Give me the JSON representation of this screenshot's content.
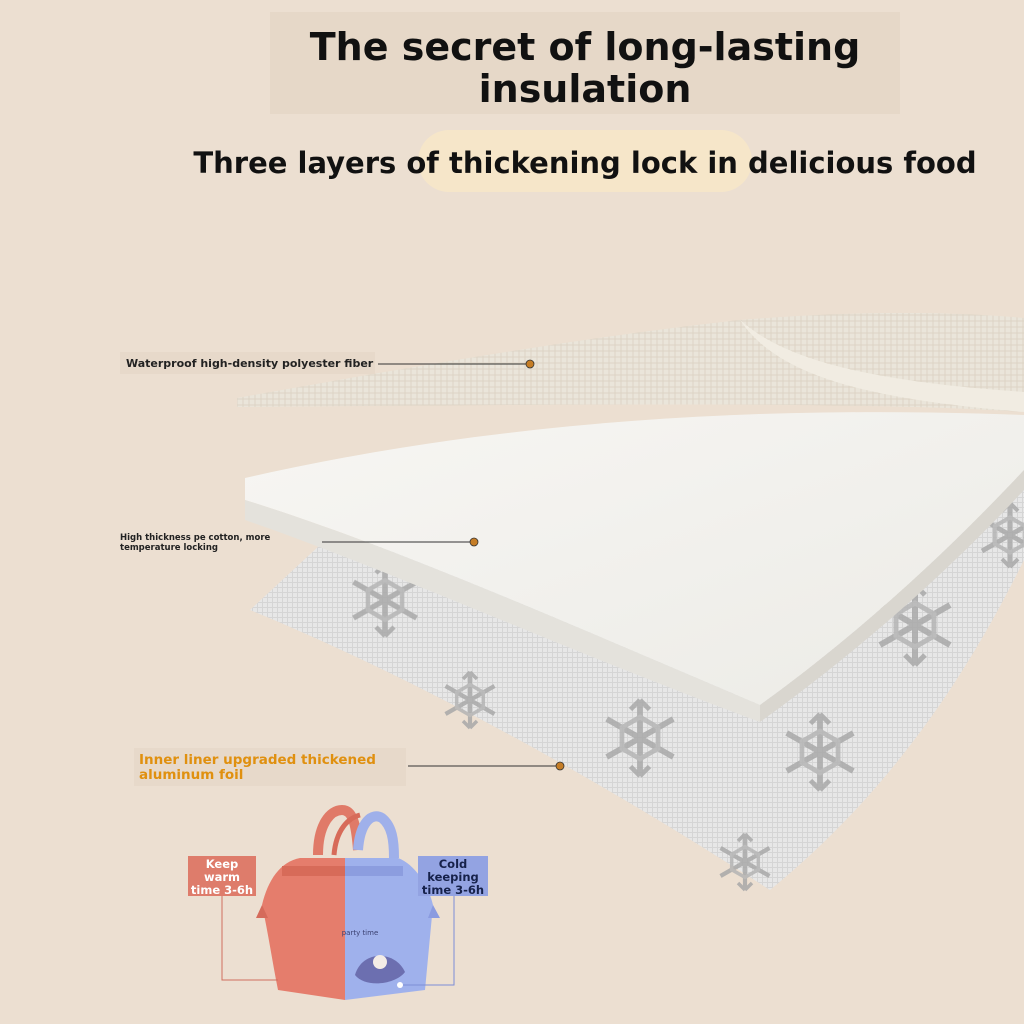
{
  "header": {
    "title": "The secret of long-lasting insulation",
    "subtitle": "Three layers of thickening lock in delicious food"
  },
  "layers": [
    {
      "label": "Waterproof high-density polyester fiber"
    },
    {
      "label": "High thickness pe cotton, more temperature locking"
    },
    {
      "label": "Inner liner upgraded thickened aluminum foil"
    }
  ],
  "bag": {
    "warm_tag": "Keep warm time 3-6h",
    "cold_tag": "Cold keeping time 3-6h",
    "bag_print": "party time"
  },
  "colors": {
    "background": "#ecdfd1",
    "accent_orange": "#e0900f",
    "warm": "#de7c6b",
    "cold": "#93a3e2"
  }
}
